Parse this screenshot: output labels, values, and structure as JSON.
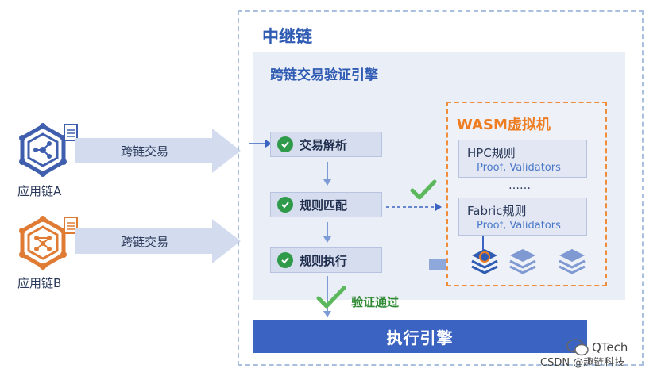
{
  "relay": {
    "title": "中继链"
  },
  "engine": {
    "title": "跨链交易验证引擎",
    "steps": [
      {
        "label": "交易解析"
      },
      {
        "label": "规则匹配"
      },
      {
        "label": "规则执行"
      }
    ]
  },
  "wasm": {
    "title": "WASM虚拟机",
    "rules": [
      {
        "name": "HPC规则",
        "sub": "Proof, Validators"
      },
      {
        "name": "Fabric规则",
        "sub": "Proof, Validators"
      }
    ],
    "ellipsis": "……"
  },
  "chains": [
    {
      "label": "应用链A",
      "arrow_label": "跨链交易",
      "color": "#3f5fae"
    },
    {
      "label": "应用链B",
      "arrow_label": "跨链交易",
      "color": "#e07b34"
    }
  ],
  "verify_label": "验证通过",
  "exec_engine": {
    "label": "执行引擎"
  },
  "watermark": {
    "brand": "QTech",
    "site": "CSDN @趣链科技"
  },
  "colors": {
    "accent_blue": "#3a63c2",
    "accent_orange": "#ee7d22",
    "check_green": "#2e9a4a",
    "arrow_light": "#d3dcef"
  }
}
